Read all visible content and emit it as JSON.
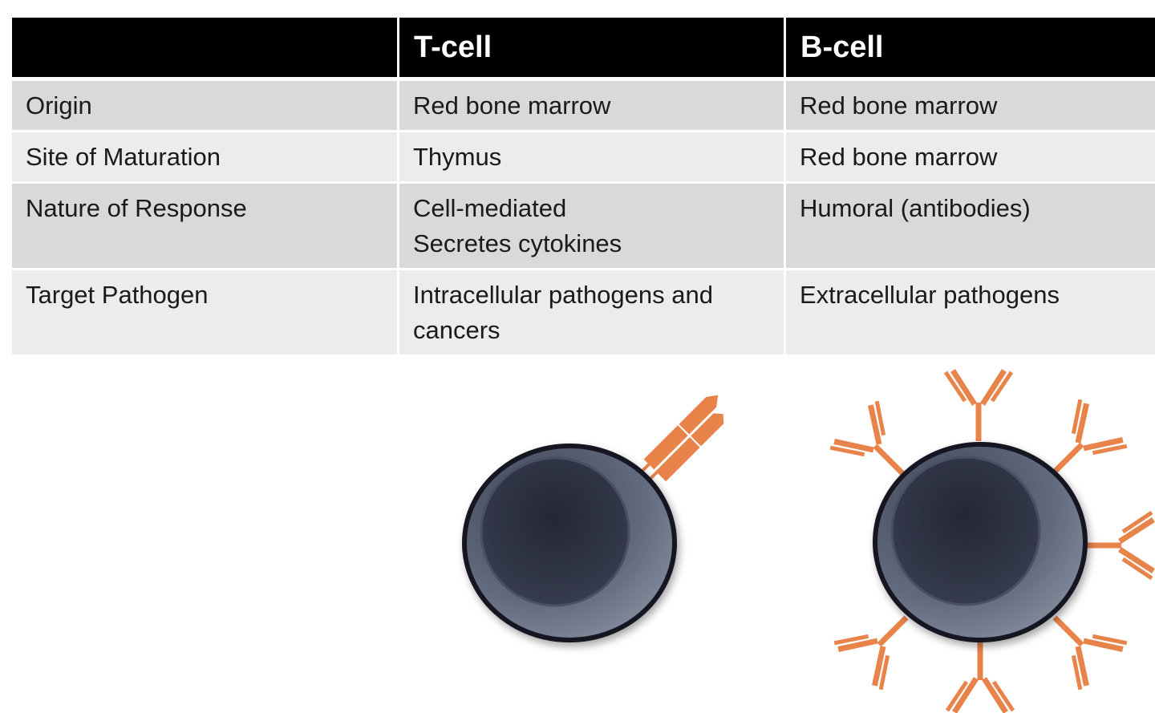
{
  "table": {
    "headers": [
      "",
      "T-cell",
      "B-cell"
    ],
    "rows": [
      {
        "label": "Origin",
        "t_cell": [
          "Red bone marrow"
        ],
        "b_cell": [
          "Red bone marrow"
        ]
      },
      {
        "label": "Site of Maturation",
        "t_cell": [
          "Thymus"
        ],
        "b_cell": [
          "Red bone marrow"
        ]
      },
      {
        "label": "Nature of Response",
        "t_cell": [
          "Cell-mediated",
          "Secretes cytokines"
        ],
        "b_cell": [
          "Humoral (antibodies)"
        ]
      },
      {
        "label": "Target Pathogen",
        "t_cell": [
          "Intracellular pathogens and",
          "cancers"
        ],
        "b_cell": [
          "Extracellular pathogens"
        ]
      }
    ]
  },
  "illustrations": {
    "t_cell": {
      "icon": "t-cell-with-receptor-icon"
    },
    "b_cell": {
      "icon": "b-cell-with-antibodies-icon"
    }
  },
  "colors": {
    "header_bg": "#000000",
    "header_text": "#ffffff",
    "row_dark": "#d9d9d9",
    "row_light": "#ececec",
    "receptor": "#e8834a",
    "cell_body": "#5d6577",
    "nucleus": "#2b2f3d"
  }
}
